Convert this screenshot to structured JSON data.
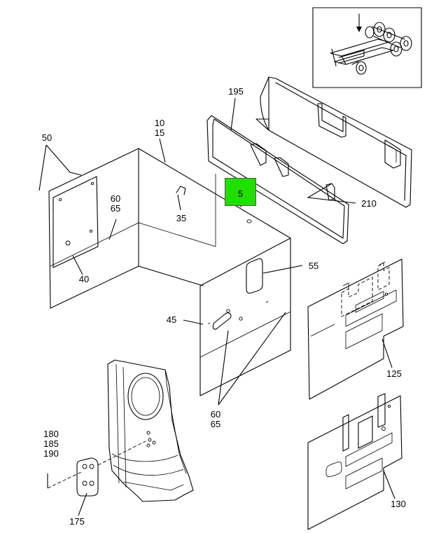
{
  "callouts": {
    "c50": "50",
    "c10_15": "10\n15",
    "c195": "195",
    "c5": "5",
    "c210": "210",
    "c60_65_top": "60\n65",
    "c35": "35",
    "c40": "40",
    "c55": "55",
    "c45": "45",
    "c125": "125",
    "c60_65_bottom": "60\n65",
    "c180_185_190": "180\n185\n190",
    "c175": "175",
    "c130": "130"
  },
  "highlight": {
    "part": "5",
    "color": "#22dd00"
  },
  "colors": {
    "line": "#000000",
    "background": "#ffffff"
  }
}
